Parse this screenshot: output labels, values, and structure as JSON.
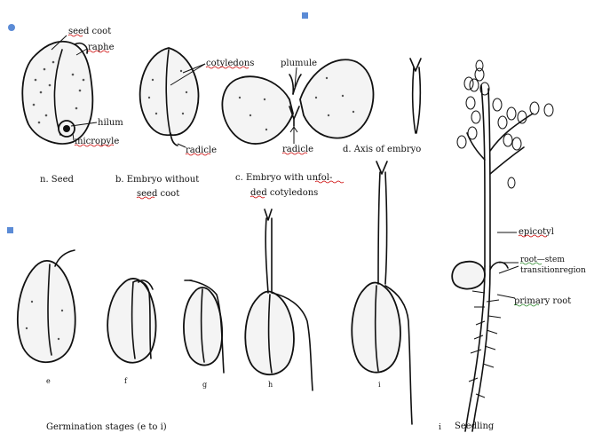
{
  "colors": {
    "bullet_circle": "#5b8bd6",
    "bullet_square": "#5b8bd6",
    "spell_red": "#cc0000",
    "spell_green": "#2a8a2a"
  },
  "labels": {
    "seed_coat": "seed  coot",
    "raphe": "raphe",
    "hilum": "hilum",
    "micropyle": "micropyle",
    "cotyledons": "cotyledons",
    "plumule": "plumule",
    "radicle_b": "radicle",
    "radicle_c": "radicle",
    "epicotyl": "epicotyl",
    "root_stem": "root—stem",
    "transition_region": "transitionregion",
    "primary_root": "primary   root"
  },
  "captions": {
    "a": "n.  Seed",
    "b_line1": "b. Embryo  without",
    "b_line2": "seed  coot",
    "c_line1": "c.  Embryo  with  unfol-",
    "c_line2": "ded  cotyledons",
    "d": "d. Axis  of  embryo",
    "e": "e",
    "f": "f",
    "g": "g",
    "h": "h",
    "i_stage": "i",
    "germination": "Germination  stages  (e  to  i)",
    "seedling_index": "i",
    "seedling": "Seedling"
  }
}
